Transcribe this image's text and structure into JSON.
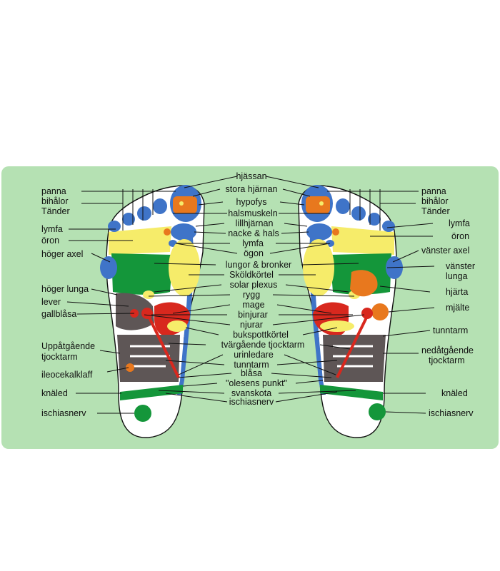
{
  "colors": {
    "background": "#b5e1b3",
    "blue": "#3f74c8",
    "yellow": "#f6ec6a",
    "green": "#14963a",
    "red": "#d8281e",
    "orange": "#e8781e",
    "grey": "#5e5656",
    "outline": "#111111"
  },
  "left_labels": {
    "panna": "panna",
    "bihalor": "bihålor",
    "tander": "Tänder",
    "lymfa": "lymfa",
    "oron": "öron",
    "hoger_axel": "höger axel",
    "hoger_lunga": "höger lunga",
    "lever": "lever",
    "gallblasa": "gallblåsa",
    "uppatgaende_1": "Uppåtgående",
    "uppatgaende_2": "tjocktarm",
    "ileocekalklaff": "ileocekalklaff",
    "knaled": "knäled",
    "ischiasnerv": "ischiasnerv"
  },
  "center_labels": {
    "hjassan": "hjässan",
    "stora_hjarnan": "stora hjärnan",
    "hypofys": "hypofys",
    "halsmuskeln": "halsmuskeln",
    "lillhjarnan": "lillhjärnan",
    "nacke_hals": "nacke & hals",
    "lymfa": "lymfa",
    "ogon": "ögon",
    "lungor_bronker": "lungor & bronker",
    "skoldkortel": "Sköldkörtel",
    "solar_plexus": "solar plexus",
    "rygg": "rygg",
    "mage": "mage",
    "binjurar": "binjurar",
    "njurar": "njurar",
    "bukspottkortel": "bukspottkörtel",
    "tvargaende": "tvärgående tjocktarm",
    "urinledare": "urinledare",
    "tunntarm": "tunntarm",
    "blasa": "blåsa",
    "olesens_punkt": "\"olesens punkt\"",
    "svanskota": "svanskota",
    "ischiasnerv": "ischiasnerv"
  },
  "right_labels": {
    "panna": "panna",
    "bihalor": "bihålor",
    "tander": "Tänder",
    "lymfa": "lymfa",
    "oron": "öron",
    "vanster_axel": "vänster axel",
    "vanster_1": "vänster",
    "vanster_2": "lunga",
    "hjarta": "hjärta",
    "mjalte": "mjälte",
    "tunntarm": "tunntarm",
    "nedatgaende_1": "nedåtgående",
    "nedatgaende_2": "tjocktarm",
    "knaled": "knäled",
    "ischiasnerv": "ischiasnerv"
  }
}
